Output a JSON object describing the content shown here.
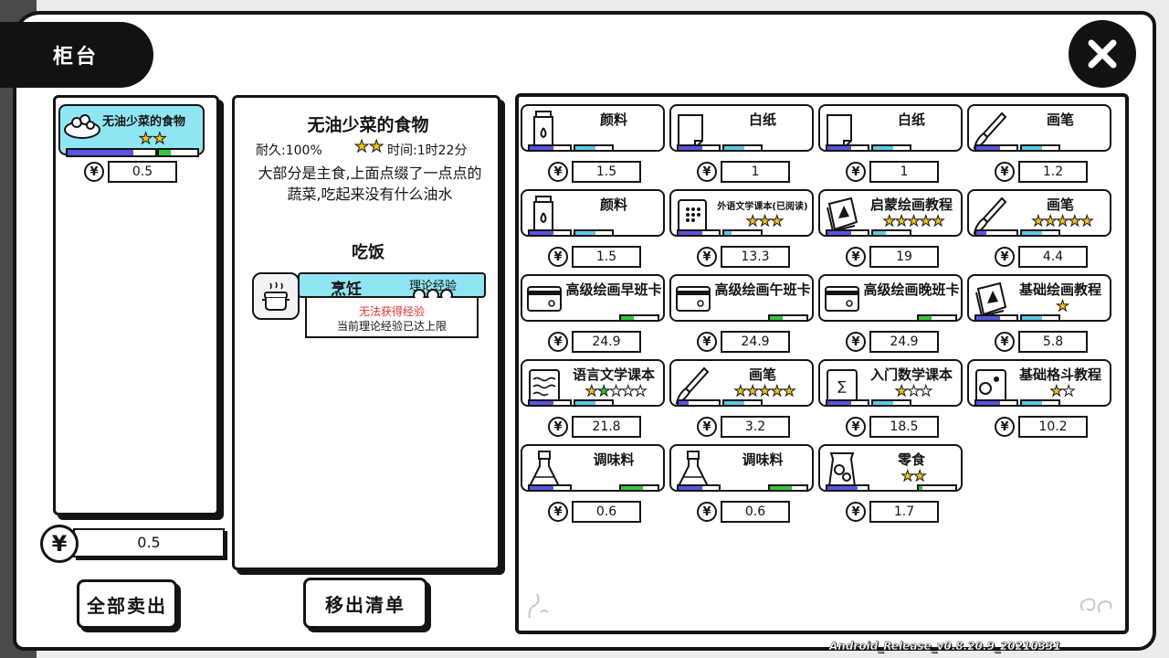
{
  "title": "柜台",
  "colors": {
    "accent": "#8fe6f2",
    "bar_purple": "#5a54e0",
    "bar_cyan": "#5cc8ea",
    "bar_green": "#35c43c",
    "star": "#f5c21b",
    "warning": "#e23030"
  },
  "left_list": {
    "items": [
      {
        "name": "无油少菜的食物",
        "stars": 2,
        "price": "0.5",
        "icon": "food-plate-icon",
        "bar_purple": 0.75,
        "bar_cyan": 0.3
      }
    ],
    "total_price": "0.5"
  },
  "detail": {
    "name": "无油少菜的食物",
    "durability_label": "耐久:100%",
    "time_label": "时间:1时22分",
    "stars": 2,
    "description": "大部分是主食,上面点缀了一点点的蔬菜,吃起来没有什么油水",
    "action": "吃饭",
    "skill": {
      "name": "烹饪",
      "exp_label": "理论经验",
      "icon": "cooking-pot-icon",
      "warning": "无法获得经验",
      "note": "当前理论经验已达上限",
      "exp_slots": 3
    }
  },
  "buttons": {
    "sell_all": "全部卖出",
    "remove_list": "移出清单"
  },
  "inventory": [
    {
      "name": "颜料",
      "icon": "paint-tube-icon",
      "stars": 0,
      "price": "1.5",
      "purple": 0.6,
      "cyan": 0.55,
      "green": null
    },
    {
      "name": "白纸",
      "icon": "paper-icon",
      "stars": 0,
      "price": "1",
      "purple": 0.6,
      "cyan": 0.55,
      "green": null
    },
    {
      "name": "白纸",
      "icon": "paper-icon",
      "stars": 0,
      "price": "1",
      "purple": 0.6,
      "cyan": 0.55,
      "green": null
    },
    {
      "name": "画笔",
      "icon": "paintbrush-icon",
      "stars": 0,
      "price": "1.2",
      "purple": 0.6,
      "cyan": 0.55,
      "green": null
    },
    {
      "name": "颜料",
      "icon": "paint-tube-icon",
      "stars": 0,
      "price": "1.5",
      "purple": 0.6,
      "cyan": 0.55,
      "green": null
    },
    {
      "name": "外语文学课本(已阅读)",
      "icon": "book-dots-icon",
      "stars": 3,
      "price": "13.3",
      "purple": 0.6,
      "cyan": 0.2,
      "green": null,
      "small": true
    },
    {
      "name": "启蒙绘画教程",
      "icon": "drawing-book-icon",
      "stars": 5,
      "price": "19",
      "purple": 0.6,
      "cyan": 0.35,
      "green": null
    },
    {
      "name": "画笔",
      "icon": "paintbrush-icon",
      "stars": 5,
      "price": "4.4",
      "purple": 0.25,
      "cyan": 0.55,
      "green": null
    },
    {
      "name": "高级绘画早班卡",
      "icon": "card-icon",
      "stars": 0,
      "price": "24.9",
      "purple": null,
      "cyan": null,
      "green": 0.35
    },
    {
      "name": "高级绘画午班卡",
      "icon": "card-icon",
      "stars": 0,
      "price": "24.9",
      "purple": null,
      "cyan": null,
      "green": 0.35
    },
    {
      "name": "高级绘画晚班卡",
      "icon": "card-icon",
      "stars": 0,
      "price": "24.9",
      "purple": null,
      "cyan": null,
      "green": 0.35
    },
    {
      "name": "基础绘画教程",
      "icon": "drawing-book-icon",
      "stars": 1,
      "price": "5.8",
      "purple": 0.6,
      "cyan": 0.55,
      "green": null
    },
    {
      "name": "语言文学课本",
      "icon": "literature-book-icon",
      "stars": 5,
      "star_colors": [
        "on",
        "green",
        "off",
        "off",
        "off"
      ],
      "price": "21.8",
      "purple": 0.6,
      "cyan": 0.55,
      "green": null
    },
    {
      "name": "画笔",
      "icon": "paintbrush-icon",
      "stars": 5,
      "price": "3.2",
      "purple": 0.25,
      "cyan": 0.55,
      "green": null
    },
    {
      "name": "入门数学课本",
      "icon": "math-book-icon",
      "stars": 3,
      "star_colors": [
        "on",
        "off",
        "off"
      ],
      "price": "18.5",
      "purple": 0.6,
      "cyan": 0.55,
      "green": null
    },
    {
      "name": "基础格斗教程",
      "icon": "fight-book-icon",
      "stars": 2,
      "star_colors": [
        "on",
        "off"
      ],
      "price": "10.2",
      "purple": 0.6,
      "cyan": 0.55,
      "green": null
    },
    {
      "name": "调味料",
      "icon": "seasoning-bottle-icon",
      "stars": 0,
      "price": "0.6",
      "purple": 0.6,
      "cyan": null,
      "green": 0.6
    },
    {
      "name": "调味料",
      "icon": "seasoning-bottle-icon",
      "stars": 0,
      "price": "0.6",
      "purple": 0.6,
      "cyan": null,
      "green": 0.6
    },
    {
      "name": "零食",
      "icon": "snack-bag-icon",
      "stars": 2,
      "price": "1.7",
      "purple": 0.75,
      "cyan": null,
      "green": 0.1
    }
  ],
  "version": "Android_Release_v0.8.20.9_20210331"
}
